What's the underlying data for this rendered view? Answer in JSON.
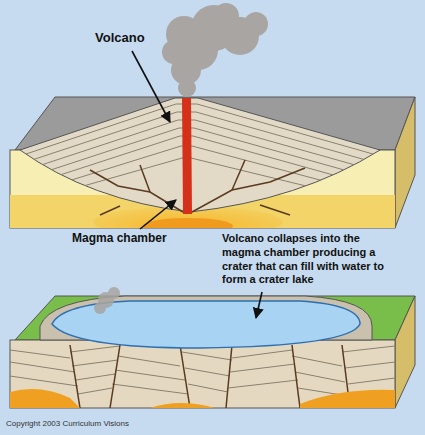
{
  "diagram": {
    "labels": [
      "Volcano",
      "Magma chamber",
      "Volcano collapses into the magma chamber producing a crater that can fill with water to form a crater lake",
      "Copyright 2003 Curriculum Visions"
    ]
  }
}
